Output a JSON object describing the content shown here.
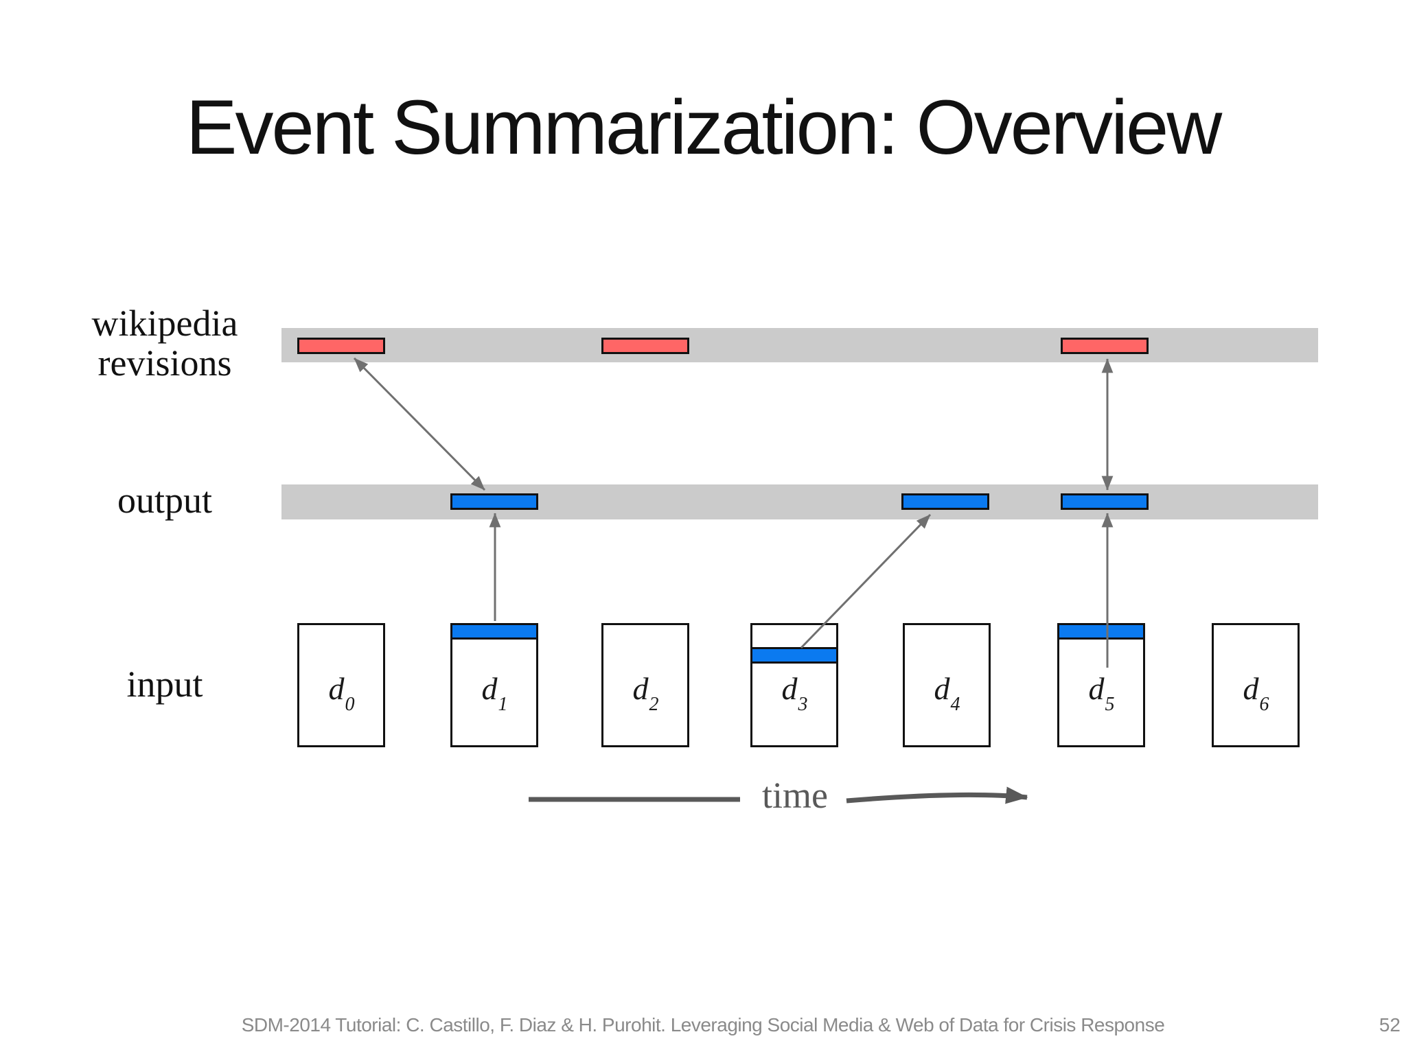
{
  "slide": {
    "title": "Event Summarization: Overview",
    "tracks": {
      "wikipedia": {
        "label_line1": "wikipedia",
        "label_line2": "revisions",
        "bars_above_documents": [
          "d0",
          "d2",
          "d5"
        ]
      },
      "output": {
        "label": "output",
        "bars_above_documents": [
          "d1",
          "d4",
          "d5"
        ]
      },
      "input": {
        "label": "input"
      }
    },
    "documents": [
      {
        "name": "d",
        "subscript": "0",
        "highlight": "none"
      },
      {
        "name": "d",
        "subscript": "1",
        "highlight": "top-strip"
      },
      {
        "name": "d",
        "subscript": "2",
        "highlight": "none"
      },
      {
        "name": "d",
        "subscript": "3",
        "highlight": "middle-strip"
      },
      {
        "name": "d",
        "subscript": "4",
        "highlight": "none"
      },
      {
        "name": "d",
        "subscript": "5",
        "highlight": "top-strip"
      },
      {
        "name": "d",
        "subscript": "6",
        "highlight": "none"
      }
    ],
    "connections": [
      {
        "from": "wikipedia-bar-over-d0",
        "to": "output-bar-over-d1",
        "style": "double-headed"
      },
      {
        "from": "doc-d1-top-strip",
        "to": "output-bar-over-d1",
        "style": "arrow-up"
      },
      {
        "from": "doc-d3-middle-strip",
        "to": "output-bar-over-d4",
        "style": "arrow-up"
      },
      {
        "from": "wikipedia-bar-over-d5",
        "to": "output-bar-over-d5",
        "style": "double-headed"
      },
      {
        "from": "doc-d5-top-strip",
        "to": "output-bar-over-d5",
        "style": "arrow-up"
      }
    ],
    "time_label": "time",
    "footer": {
      "credit": "SDM-2014 Tutorial: C. Castillo, F. Diaz & H. Purohit. Leveraging Social Media & Web of Data for Crisis Response",
      "page_number": "52"
    },
    "colors": {
      "wikipedia_revision_bar": "#ff6666",
      "output_summary_bar": "#0b7af0",
      "track_band": "#cbcbcb",
      "connector_arrow": "#707070",
      "time_arrow": "#595959",
      "footer_text": "#8a8a8a"
    }
  }
}
